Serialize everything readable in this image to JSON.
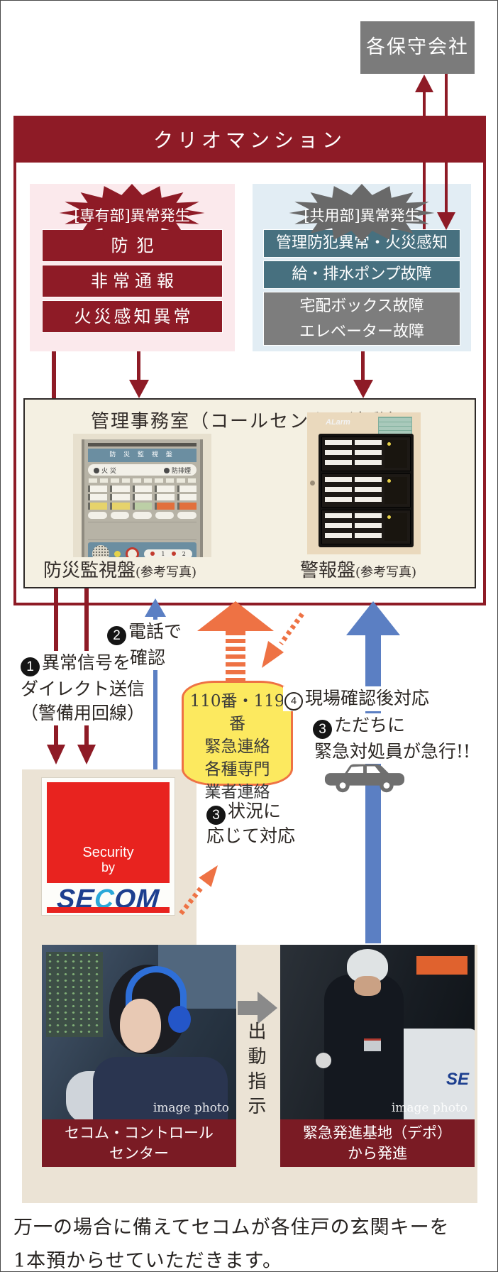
{
  "top_box": {
    "label": "各保守会社"
  },
  "mansion": {
    "title": "クリオマンション",
    "private": {
      "burst": "[専有部]異常発生",
      "items": [
        "防犯",
        "非常通報",
        "火災感知異常"
      ]
    },
    "common": {
      "burst": "[共用部]異常発生",
      "teal_items": [
        "管理防犯異常・火災感知",
        "給・排水ポンプ故障"
      ],
      "gray_items": [
        "宅配ボックス故障",
        "エレベーター故障"
      ]
    }
  },
  "office": {
    "title": "管理事務室（コールセンター連動）",
    "caption_left": {
      "main": "防災監視盤",
      "note": "(参考写真)"
    },
    "caption_right": {
      "main": "警報盤",
      "note": "(参考写真)"
    },
    "panel_left": {
      "title": "防 災 監 視 盤",
      "lamp1": "火 災",
      "lamp2": "防排煙",
      "dial1": "1",
      "dial2": "2"
    },
    "panel_right": {
      "brand": "ALarm"
    }
  },
  "steps": {
    "s1": {
      "num": "1",
      "lines": [
        "異常信号を",
        "ダイレクト送信",
        "（警備用回線）"
      ]
    },
    "s2": {
      "num": "2",
      "lines": [
        "電話で",
        "確認"
      ]
    },
    "s3_left": {
      "num": "3",
      "lines": [
        "状況に",
        "応じて対応"
      ]
    },
    "s3_right": {
      "num": "3",
      "lines": [
        "ただちに",
        "緊急対処員が急行!!"
      ]
    },
    "s4": {
      "num": "4",
      "text": "現場確認後対応"
    }
  },
  "emergency_box": {
    "lines": [
      "110番・119番",
      "緊急連絡",
      "各種専門",
      "業者連絡"
    ]
  },
  "secom": {
    "security": "Security",
    "by": "by",
    "letters": [
      "S",
      "E",
      "C",
      "O",
      "M"
    ]
  },
  "dispatch": "出動指示",
  "photos": {
    "left": {
      "caption": [
        "セコム・コントロール",
        "センター"
      ],
      "watermark": "image photo"
    },
    "right": {
      "caption": [
        "緊急発進基地（デポ）",
        "から発進"
      ],
      "watermark": "image photo"
    }
  },
  "footer": {
    "lines": [
      "万一の場合に備えてセコムが各住戸の玄関キーを",
      "1本預からせていただきます。"
    ]
  },
  "colors": {
    "crimson": "#8e1b26",
    "maroon": "#7a1b24",
    "teal": "#47707f",
    "gray_bar": "#7d7d7d",
    "orange": "#ee7244",
    "blue": "#5b7fc3",
    "yellow": "#fce95f",
    "secom_red": "#e8231f",
    "secom_blue": "#1d3f8f"
  }
}
